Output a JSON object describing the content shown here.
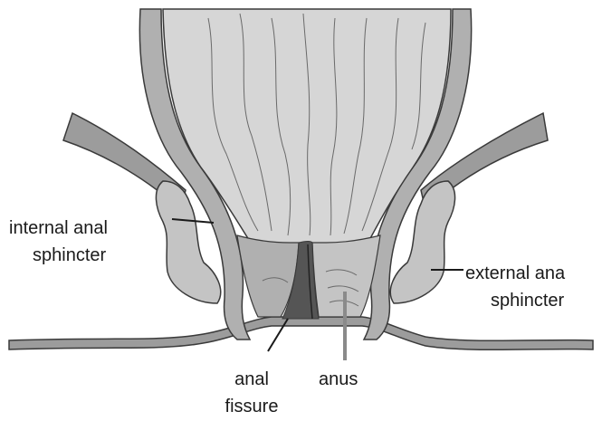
{
  "labels": {
    "internal": [
      "internal anal",
      "sphincter"
    ],
    "external": [
      "external ana",
      "sphincter"
    ],
    "fissure": [
      "anal",
      "fissure"
    ],
    "anus": "anus"
  },
  "colors": {
    "tissue": "#d6d6d6",
    "canal": "#c4c4c4",
    "wall": "#9c9c9c",
    "outline": "#3a3a3a",
    "dark": "#555555",
    "shadow": "#8a8a8a",
    "background": "#ffffff"
  }
}
